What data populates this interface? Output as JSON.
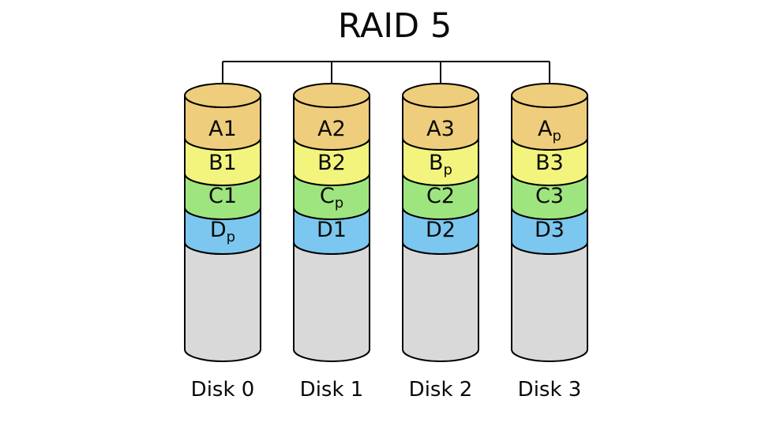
{
  "title": "RAID 5",
  "colors": {
    "orange": "#EECD7D",
    "yellow": "#F2F47E",
    "green": "#9FE57F",
    "blue": "#7CC7EF",
    "gray": "#D9D9D9",
    "stroke": "#000000"
  },
  "disks": [
    {
      "name": "Disk 0",
      "bands": [
        {
          "main": "A1",
          "sub": ""
        },
        {
          "main": "B1",
          "sub": ""
        },
        {
          "main": "C1",
          "sub": ""
        },
        {
          "main": "D",
          "sub": "p"
        }
      ]
    },
    {
      "name": "Disk 1",
      "bands": [
        {
          "main": "A2",
          "sub": ""
        },
        {
          "main": "B2",
          "sub": ""
        },
        {
          "main": "C",
          "sub": "p"
        },
        {
          "main": "D1",
          "sub": ""
        }
      ]
    },
    {
      "name": "Disk 2",
      "bands": [
        {
          "main": "A3",
          "sub": ""
        },
        {
          "main": "B",
          "sub": "p"
        },
        {
          "main": "C2",
          "sub": ""
        },
        {
          "main": "D2",
          "sub": ""
        }
      ]
    },
    {
      "name": "Disk 3",
      "bands": [
        {
          "main": "A",
          "sub": "p"
        },
        {
          "main": "B3",
          "sub": ""
        },
        {
          "main": "C3",
          "sub": ""
        },
        {
          "main": "D3",
          "sub": ""
        }
      ]
    }
  ]
}
